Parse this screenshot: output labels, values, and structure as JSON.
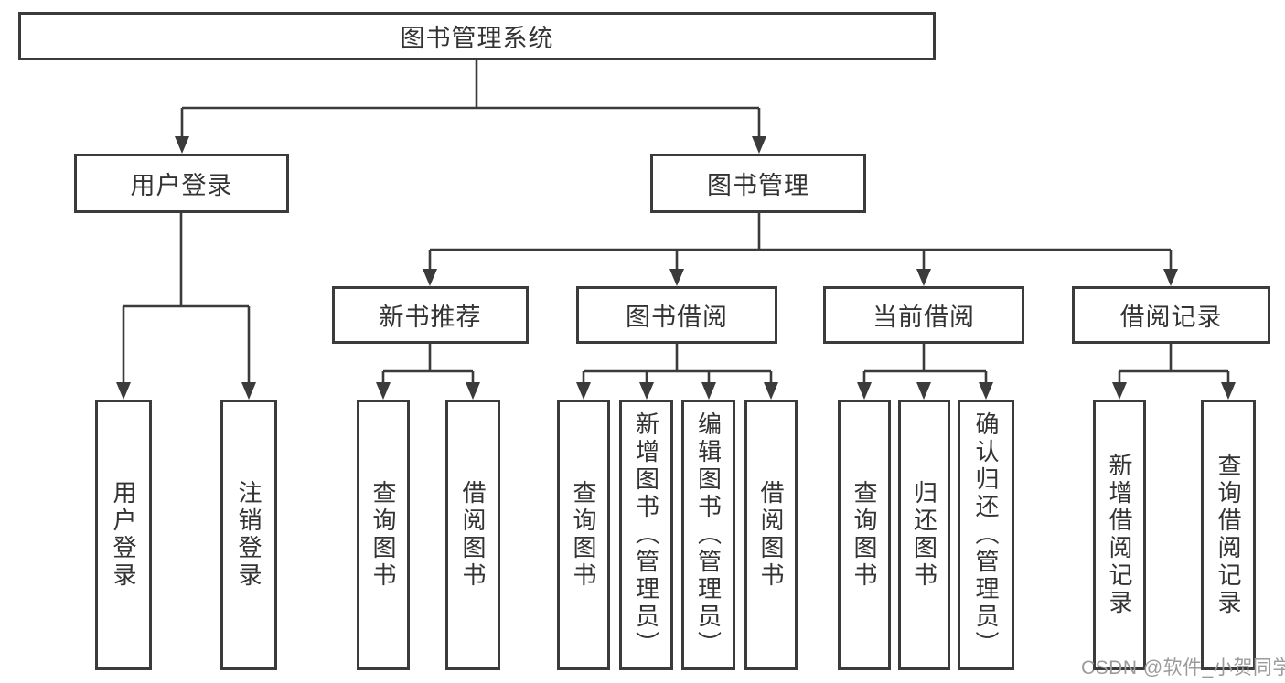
{
  "tree": {
    "root": "图书管理系统",
    "level2": [
      {
        "label": "用户登录"
      },
      {
        "label": "图书管理"
      }
    ],
    "level3": [
      {
        "label": "新书推荐"
      },
      {
        "label": "图书借阅"
      },
      {
        "label": "当前借阅"
      },
      {
        "label": "借阅记录"
      }
    ],
    "leaves": {
      "user": [
        "用户登录",
        "注销登录"
      ],
      "newbook": [
        "查询图书",
        "借阅图书"
      ],
      "borrow": [
        "查询图书",
        "新增图书（管理员）",
        "编辑图书（管理员）",
        "借阅图书"
      ],
      "current": [
        "查询图书",
        "归还图书",
        "确认归还（管理员）"
      ],
      "records": [
        "新增借阅记录",
        "查询借阅记录"
      ]
    }
  },
  "watermark": "CSDN @软件_小贺同学",
  "colors": {
    "line": "#3b3b3b",
    "text": "#333333",
    "watermark": "#9b9b9b",
    "background": "#ffffff"
  }
}
